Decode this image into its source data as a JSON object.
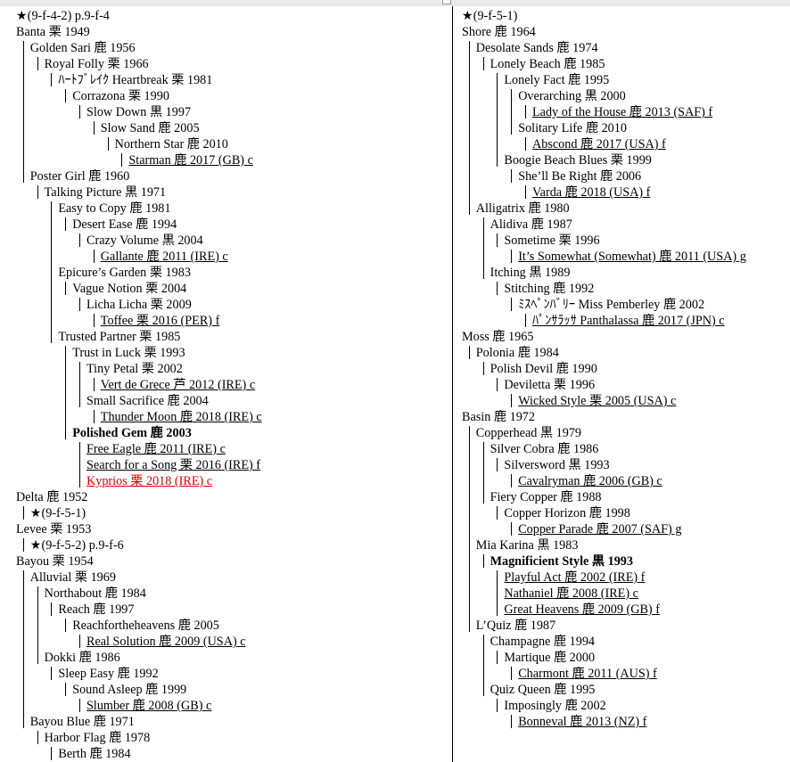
{
  "left_column": [
    {
      "text": "★(9-f-4-2) p.9-f-4",
      "level": 0
    },
    {
      "text": "Banta 栗 1949",
      "level": 0
    },
    {
      "text": "Golden Sari 鹿 1956",
      "level": 1
    },
    {
      "text": "Royal Folly 栗 1966",
      "level": 2
    },
    {
      "text": "ﾊｰﾄﾌﾞﾚｲｸ Heartbreak 栗 1981",
      "level": 3
    },
    {
      "text": "Corrazona 栗 1990",
      "level": 4
    },
    {
      "text": "Slow Down 黒 1997",
      "level": 5
    },
    {
      "text": "Slow Sand 鹿 2005",
      "level": 6
    },
    {
      "text": "Northern Star 鹿 2010",
      "level": 7
    },
    {
      "text": "Starman 鹿 2017 (GB) c",
      "level": 8,
      "u": true
    },
    {
      "text": "Poster Girl 鹿 1960",
      "level": 1
    },
    {
      "text": "Talking Picture 黒 1971",
      "level": 2
    },
    {
      "text": "Easy to Copy 鹿 1981",
      "level": 3
    },
    {
      "text": "Desert Ease 鹿 1994",
      "level": 4
    },
    {
      "text": "Crazy Volume 黒 2004",
      "level": 5
    },
    {
      "text": "Gallante 鹿 2011 (IRE) c",
      "level": 6,
      "u": true
    },
    {
      "text": "Epicure’s Garden 栗 1983",
      "level": 3
    },
    {
      "text": "Vague Notion 栗 2004",
      "level": 4
    },
    {
      "text": "Licha Licha 栗 2009",
      "level": 5
    },
    {
      "text": "Toffee 栗 2016 (PER) f",
      "level": 6,
      "u": true
    },
    {
      "text": "Trusted Partner 栗 1985",
      "level": 3
    },
    {
      "text": "Trust in Luck 栗 1993",
      "level": 4
    },
    {
      "text": "Tiny Petal 栗 2002",
      "level": 5
    },
    {
      "text": "Vert de Grece 芦 2012 (IRE) c",
      "level": 6,
      "u": true
    },
    {
      "text": "Small Sacrifice 鹿 2004",
      "level": 5
    },
    {
      "text": "Thunder Moon 鹿 2018 (IRE) c",
      "level": 6,
      "u": true
    },
    {
      "text": "Polished Gem 鹿 2003",
      "level": 4,
      "b": true
    },
    {
      "text": "Free Eagle 鹿 2011 (IRE) c",
      "level": 5,
      "u": true
    },
    {
      "text": "Search for a Song 栗 2016 (IRE) f",
      "level": 5,
      "u": true
    },
    {
      "text": "Kyprios 栗 2018 (IRE) c",
      "level": 5,
      "u": true,
      "red": true
    },
    {
      "text": "Delta 鹿 1952",
      "level": 0
    },
    {
      "text": "★(9-f-5-1)",
      "level": 1
    },
    {
      "text": "Levee 栗 1953",
      "level": 0
    },
    {
      "text": "★(9-f-5-2) p.9-f-6",
      "level": 1
    },
    {
      "text": "Bayou 栗 1954",
      "level": 0
    },
    {
      "text": "Alluvial 栗 1969",
      "level": 1
    },
    {
      "text": "Northabout 鹿 1984",
      "level": 2
    },
    {
      "text": "Reach 鹿 1997",
      "level": 3
    },
    {
      "text": "Reachfortheheavens 鹿 2005",
      "level": 4
    },
    {
      "text": "Real Solution 鹿 2009 (USA) c",
      "level": 5,
      "u": true
    },
    {
      "text": "Dokki 鹿 1986",
      "level": 2
    },
    {
      "text": "Sleep Easy 鹿 1992",
      "level": 3
    },
    {
      "text": "Sound Asleep 鹿 1999",
      "level": 4
    },
    {
      "text": "Slumber 鹿 2008 (GB) c",
      "level": 5,
      "u": true
    },
    {
      "text": "Bayou Blue 鹿 1971",
      "level": 1
    },
    {
      "text": "Harbor Flag 鹿 1978",
      "level": 2
    },
    {
      "text": "Berth 鹿 1984",
      "level": 3
    }
  ],
  "right_column": [
    {
      "text": "★(9-f-5-1)",
      "level": 0
    },
    {
      "text": "Shore 鹿 1964",
      "level": 0
    },
    {
      "text": "Desolate Sands 鹿 1974",
      "level": 1
    },
    {
      "text": "Lonely Beach 鹿 1985",
      "level": 2
    },
    {
      "text": "Lonely Fact 鹿 1995",
      "level": 3
    },
    {
      "text": "Overarching 黒 2000",
      "level": 4
    },
    {
      "text": "Lady of the House 鹿 2013 (SAF) f",
      "level": 5,
      "u": true
    },
    {
      "text": "Solitary Life 鹿 2010",
      "level": 4
    },
    {
      "text": "Abscond 鹿 2017 (USA) f",
      "level": 5,
      "u": true
    },
    {
      "text": "Boogie Beach Blues 栗 1999",
      "level": 3
    },
    {
      "text": "She’ll Be Right 鹿 2006",
      "level": 4
    },
    {
      "text": "Varda 鹿 2018 (USA) f",
      "level": 5,
      "u": true
    },
    {
      "text": "Alligatrix 鹿 1980",
      "level": 1
    },
    {
      "text": "Alidiva 鹿 1987",
      "level": 2
    },
    {
      "text": "Sometime 栗 1996",
      "level": 3
    },
    {
      "text": "It’s Somewhat (Somewhat) 鹿 2011 (USA) g",
      "level": 4,
      "u": true
    },
    {
      "text": "Itching 黒 1989",
      "level": 2
    },
    {
      "text": "Stitching 鹿 1992",
      "level": 3
    },
    {
      "text": "ﾐｽﾍﾟﾝﾊﾞﾘｰ Miss Pemberley 鹿 2002",
      "level": 4
    },
    {
      "text": "ﾊﾟﾝｻﾗｯｻ Panthalassa 鹿 2017 (JPN) c",
      "level": 5,
      "u": true
    },
    {
      "text": "Moss 鹿 1965",
      "level": 0
    },
    {
      "text": "Polonia 鹿 1984",
      "level": 1
    },
    {
      "text": "Polish Devil 鹿 1990",
      "level": 2
    },
    {
      "text": "Deviletta 栗 1996",
      "level": 3
    },
    {
      "text": "Wicked Style 栗 2005 (USA) c",
      "level": 4,
      "u": true
    },
    {
      "text": "Basin 鹿 1972",
      "level": 0
    },
    {
      "text": "Copperhead 黒 1979",
      "level": 1
    },
    {
      "text": "Silver Cobra 鹿 1986",
      "level": 2
    },
    {
      "text": "Silversword 黒 1993",
      "level": 3
    },
    {
      "text": "Cavalryman 鹿 2006 (GB) c",
      "level": 4,
      "u": true
    },
    {
      "text": "Fiery Copper 鹿 1988",
      "level": 2
    },
    {
      "text": "Copper Horizon 鹿 1998",
      "level": 3
    },
    {
      "text": "Copper Parade 鹿 2007 (SAF) g",
      "level": 4,
      "u": true
    },
    {
      "text": "Mia Karina 黒 1983",
      "level": 1
    },
    {
      "text": "Magnificient Style 黒 1993",
      "level": 2,
      "b": true
    },
    {
      "text": "Playful Act 鹿 2002 (IRE) f",
      "level": 3,
      "u": true
    },
    {
      "text": "Nathaniel 鹿 2008 (IRE) c",
      "level": 3,
      "u": true
    },
    {
      "text": "Great Heavens 鹿 2009 (GB) f",
      "level": 3,
      "u": true
    },
    {
      "text": "L’Quiz 鹿 1987",
      "level": 1
    },
    {
      "text": "Champagne 鹿 1994",
      "level": 2
    },
    {
      "text": "Martique 鹿 2000",
      "level": 3
    },
    {
      "text": "Charmont 鹿 2011 (AUS) f",
      "level": 4,
      "u": true
    },
    {
      "text": "Quiz Queen 鹿 1995",
      "level": 2
    },
    {
      "text": "Imposingly 鹿 2002",
      "level": 3
    },
    {
      "text": "Bonneval 鹿 2013 (NZ) f",
      "level": 4,
      "u": true
    }
  ]
}
